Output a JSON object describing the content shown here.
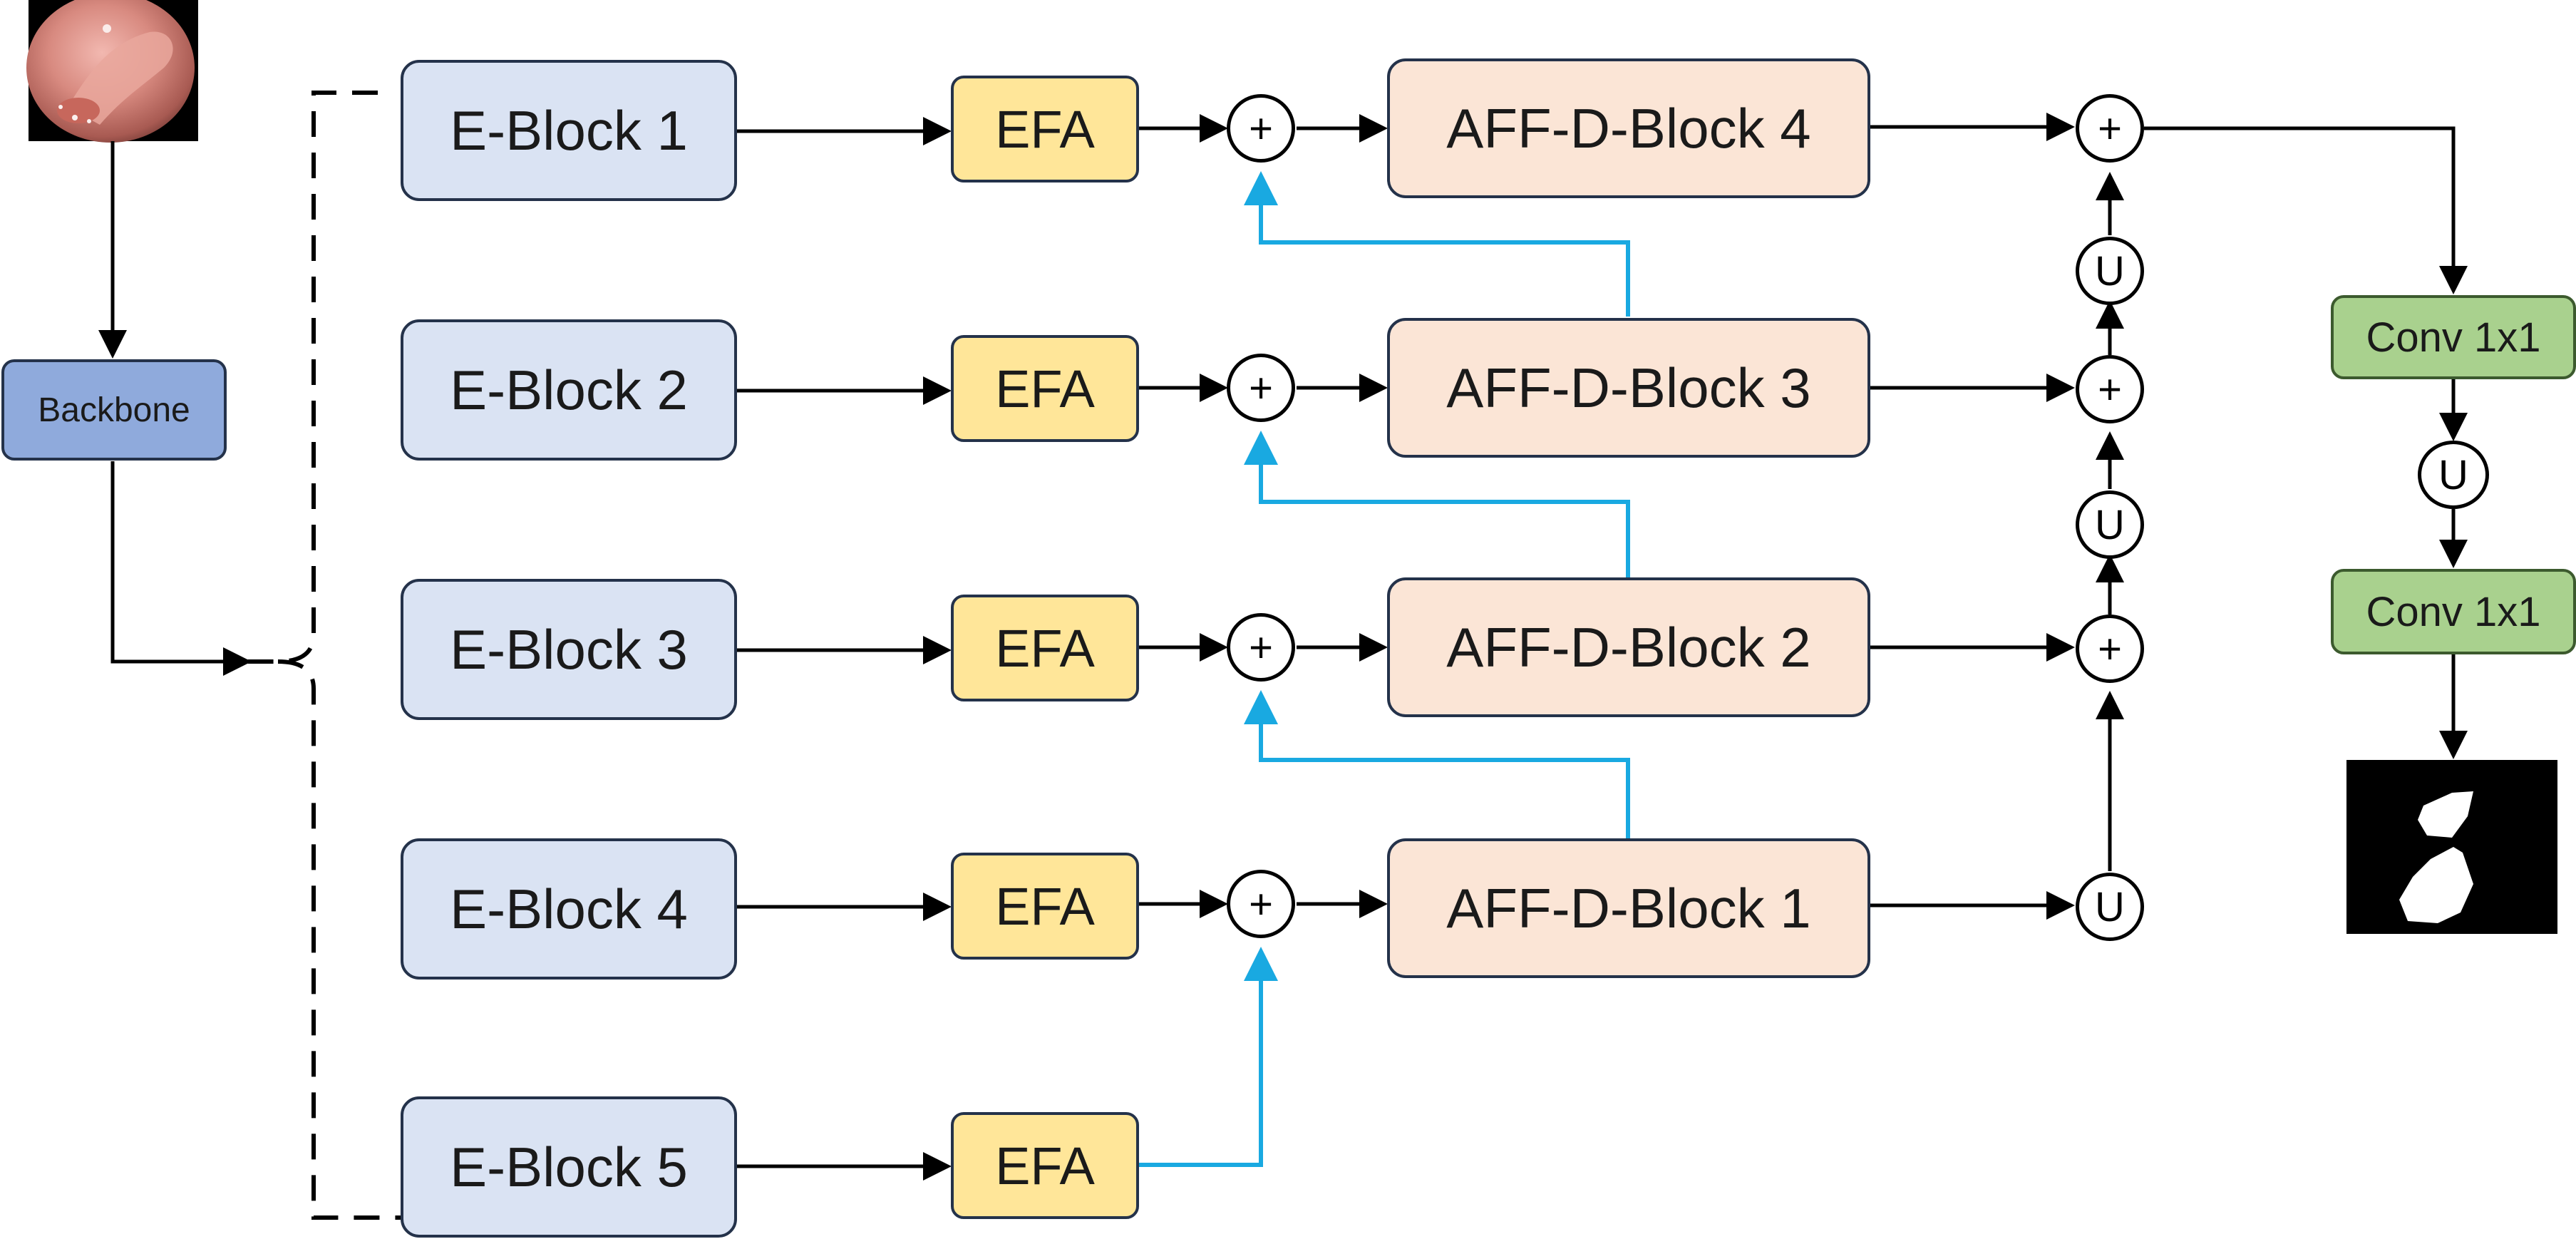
{
  "backbone": {
    "label": "Backbone"
  },
  "encoder_blocks": [
    "E-Block 1",
    "E-Block 2",
    "E-Block 3",
    "E-Block 4",
    "E-Block 5"
  ],
  "efa_label": "EFA",
  "decoder_blocks": [
    "AFF-D-Block 4",
    "AFF-D-Block 3",
    "AFF-D-Block 2",
    "AFF-D-Block 1"
  ],
  "add_symbol": "+",
  "upsample_symbol": "U",
  "head": {
    "conv_top": "Conv 1x1",
    "conv_bottom": "Conv 1x1"
  },
  "colors": {
    "encoder_fill": "#dae3f3",
    "efa_fill": "#ffe699",
    "decoder_fill": "#fbe5d6",
    "conv_fill": "#a9d18e",
    "backbone_fill": "#8faadc",
    "skip_arrow": "#19a9e1",
    "main_arrow": "#000000"
  },
  "icons": {
    "input_image": "endoscopy-polyp-image",
    "output_image": "segmentation-mask-image"
  }
}
